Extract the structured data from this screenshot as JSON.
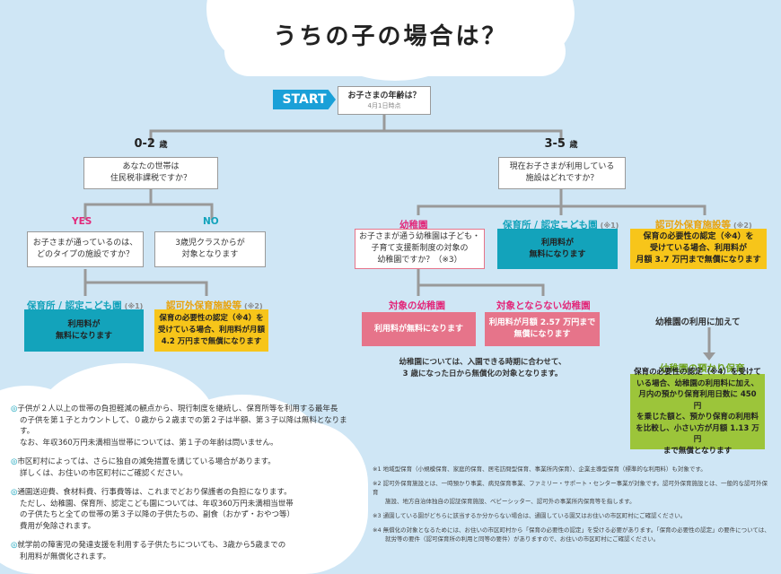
{
  "title": "うちの子の場合は？",
  "start": {
    "label": "START",
    "question": "お子さまの年齢は？",
    "note": "4月1日時点"
  },
  "age_left": {
    "label": "0-2",
    "suffix": "歳"
  },
  "age_right": {
    "label": "3-5",
    "suffix": "歳"
  },
  "q_tax": {
    "line1": "あなたの世帯は",
    "line2": "住民税非課税ですか？"
  },
  "q_facility_now": {
    "line1": "現在お子さまが利用している",
    "line2": "施設はどれですか？"
  },
  "yes": "YES",
  "no": "NO",
  "q_type": {
    "line1": "お子さまが通っているのは、",
    "line2": "どのタイプの施設ですか？"
  },
  "no_result": {
    "line1": "3歳児クラスからが",
    "line2": "対象となります"
  },
  "kinder": {
    "label": "幼稚園"
  },
  "q_kinder": {
    "line1": "お子さまが通う幼稚園は子ども・",
    "line2": "子育て支援新制度の対象の",
    "line3": "幼稚園ですか？（※3）"
  },
  "hoiku_right": {
    "label": "保育所 / 認定こども園",
    "note": "(※1)",
    "line1": "利用料が",
    "line2": "無料になります"
  },
  "ninka_right": {
    "label": "認可外保育施設等",
    "note": "(※2)",
    "line1": "保育の必要性の認定（※4）を",
    "line2": "受けている場合、利用料が",
    "line3": "月額 3.7 万円まで無償になります"
  },
  "hoiku_left": {
    "label": "保育所 / 認定こども園",
    "note": "(※1)",
    "line1": "利用料が",
    "line2": "無料になります"
  },
  "ninka_left": {
    "label": "認可外保育施設等",
    "note": "(※2)",
    "line1": "保育の必要性の認定（※4）を",
    "line2": "受けている場合、利用料が月額",
    "line3": "4.2 万円まで無償になります"
  },
  "target_kinder": {
    "label": "対象の幼稚園",
    "text": "利用料が無料になります"
  },
  "nontarget_kinder": {
    "label": "対象とならない幼稚園",
    "line1": "利用料が月額 2.57 万円まで",
    "line2": "無償になります"
  },
  "kinder_note": {
    "line1": "幼稚園については、入園できる時期に合わせて、",
    "line2": "3 歳になった日から無償化の対象となります。"
  },
  "kinder_use": "幼稚園の利用に加えて",
  "azukari": {
    "label": "幼稚園の預かり保育",
    "line1": "保育の必要性の認定（※4）を受けて",
    "line2": "いる場合、幼稚園の利用料に加え、",
    "line3": "月内の預かり保育利用日数に 450 円",
    "line4": "を乗じた額と、預かり保育の利用料",
    "line5": "を比較し、小さい方が月額 1.13 万円",
    "line6": "まで無償となります"
  },
  "left_notes": [
    {
      "marker": "◎",
      "l1": "子供が２人以上の世帯の負担軽減の観点から、現行制度を継続し、保育所等を利用する最年長",
      "l2": "の子供を第１子とカウントして、０歳から２歳までの第２子は半額、第３子以降は無料となります。",
      "l3": "なお、年収360万円未満相当世帯については、第１子の年齢は問いません。"
    },
    {
      "marker": "◎",
      "l1": "市区町村によっては、さらに独自の減免措置を講じている場合があります。",
      "l2": "詳しくは、お住いの市区町村にご確認ください。"
    },
    {
      "marker": "◎",
      "l1": "通園送迎費、食材料費、行事費等は、これまでどおり保護者の負担になります。",
      "l2": "ただし、幼稚園、保育所、認定こども園については、年収360万円未満相当世帯",
      "l3": "の子供たちと全ての世帯の第３子以降の子供たちの、副食（おかず・おやつ等）",
      "l4": "費用が免除されます。"
    },
    {
      "marker": "◎",
      "l1": "就学前の障害児の発達支援を利用する子供たちについても、3歳から5歳までの",
      "l2": "利用料が無償化されます。"
    }
  ],
  "footnotes": [
    {
      "mark": "※1",
      "l1": "地域型保育（小規模保育、家庭的保育、居宅訪問型保育、事業所内保育）、企業主導型保育（標準的な利用料）も対象です。"
    },
    {
      "mark": "※2",
      "l1": "認可外保育施設とは、一時預かり事業、病児保育事業、ファミリー・サポート・センター事業が対象です。認可外保育施設とは、一般的な認可外保育",
      "l2": "施設、地方自治体独自の認証保育施設、ベビーシッター、認可外の事業所内保育等を指します。"
    },
    {
      "mark": "※3",
      "l1": "通園している園がどちらに該当するか分からない場合は、通園している園又はお住いの市区町村にご確認ください。"
    },
    {
      "mark": "※4",
      "l1": "無償化の対象となるためには、お住いの市区町村から「保育の必要性の認定」を受ける必要があります。「保育の必要性の認定」の要件については、",
      "l2": "就労等の要件（認可保育所の利用と同等の要件）がありますので、お住いの市区町村にご確認ください。"
    }
  ],
  "colors": {
    "bg": "#cfe6f5",
    "teal": "#13a3bb",
    "yellow": "#f7c51a",
    "pink": "#e6748a",
    "green": "#9cc53a",
    "yes": "#e2287a",
    "no": "#13a3bb",
    "start": "#1aa0d8"
  }
}
